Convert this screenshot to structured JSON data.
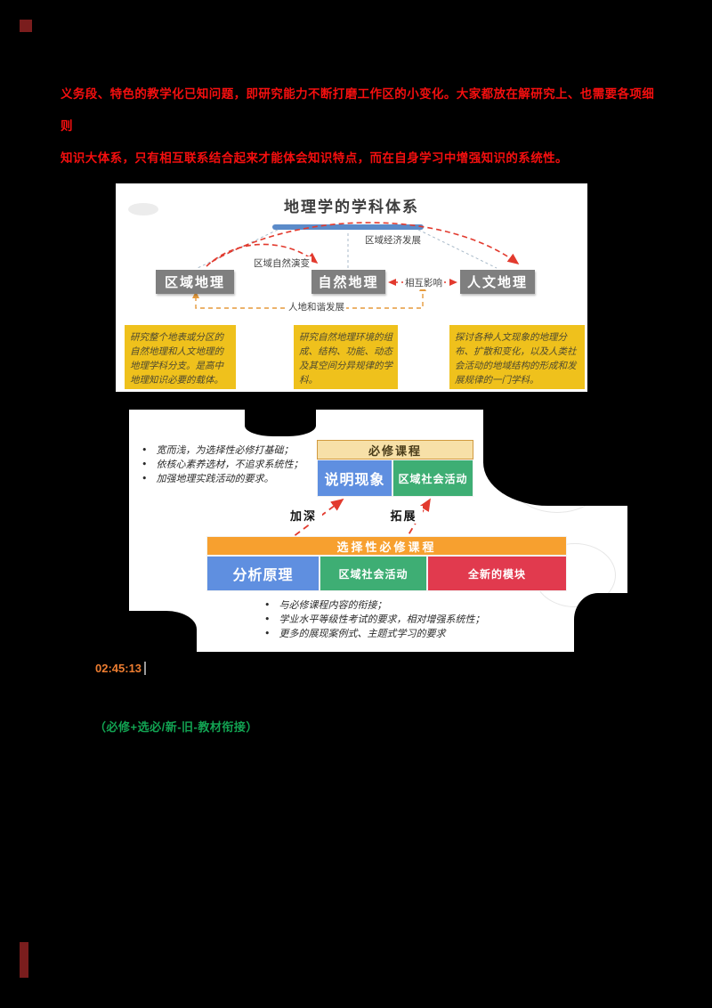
{
  "page": {
    "intro": {
      "line1": "义务段、特色的教学化已知问题，即研究能力不断打磨工作区的小变化。大家都放在解研究上、也需要各项细则",
      "line2": "知识大体系，只有相互联系结合起来才能体会知识特点，而在自身学习中增强知识的系统性。"
    },
    "notes": {
      "timestamp": "02:45:13",
      "green_note": "（必修+选必/新-旧-教材衔接）"
    },
    "glyphs": {
      "bullet": "•"
    }
  },
  "discipline_diagram": {
    "title": "地理学的学科体系",
    "nodes": {
      "regional": "区域地理",
      "physical": "自然地理",
      "human": "人文地理"
    },
    "edges": {
      "natural_evolution": "区域自然演变",
      "economic_development": "区域经济发展",
      "mutual_influence": "相互影响",
      "harmonious_development": "人地和谐发展"
    },
    "descriptions": {
      "regional": "研究整个地表或分区的自然地理和人文地理的地理学科分支。是高中地理知识必要的载体。",
      "physical": "研究自然地理环境的组成、结构、功能、动态及其空间分异规律的学科。",
      "human": "探讨各种人文现象的地理分布、扩散和变化，以及人类社会活动的地域结构的形成和发展规律的一门学科。"
    }
  },
  "course_diagram": {
    "top_bullets": [
      "宽而浅，为选择性必修打基础；",
      "依核心素养选材，不追求系统性；",
      "加强地理实践活动的要求。"
    ],
    "required": {
      "header": "必修课程",
      "modules": [
        "说明现象",
        "区域社会活动"
      ]
    },
    "relations": {
      "deepen": "加深",
      "expand": "拓展"
    },
    "elective": {
      "header": "选择性必修课程",
      "modules": [
        "分析原理",
        "区域社会活动",
        "全新的模块"
      ]
    },
    "bottom_bullets": [
      "与必修课程内容的衔接；",
      "学业水平等级性考试的要求，相对增强系统性；",
      "更多的展现案例式、主题式学习的要求"
    ]
  },
  "colors": {
    "intro_red": "#f50f0f",
    "timestamp_orange": "#ed7d31",
    "note_green": "#12a352",
    "module_blue": "#5f8fe0",
    "module_green": "#3eae74",
    "module_red": "#e13a4e",
    "elective_orange": "#f7a02f",
    "required_cream": "#f7e0a8",
    "node_gray": "#7f7f7f",
    "description_yellow": "#efc11c"
  }
}
